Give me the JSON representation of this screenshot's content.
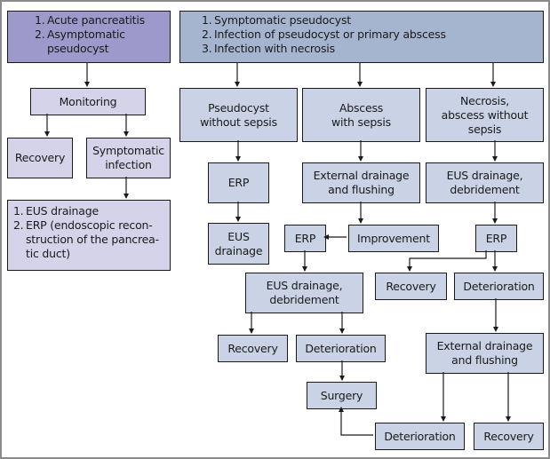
{
  "diagram": {
    "left_header": {
      "items": [
        "Acute pancreatitis",
        "Asymptomatic\npseudocyst"
      ]
    },
    "right_header": {
      "items": [
        "Symptomatic pseudocyst",
        "Infection of pseudocyst or primary abscess",
        "Infection with necrosis"
      ]
    },
    "nodes": {
      "monitoring": "Monitoring",
      "recovery_left": "Recovery",
      "symptomatic_infection": "Symptomatic\ninfection",
      "treatment_list": [
        "EUS drainage",
        "ERP (endoscopic recon-\nstruction of the pancrea-\ntic duct)"
      ],
      "pseudocyst_without_sepsis": "Pseudocyst\nwithout sepsis",
      "abscess_with_sepsis": "Abscess\nwith sepsis",
      "necrosis_abscess_without_sepsis": "Necrosis,\nabscess without\nsepsis",
      "erp_col1": "ERP",
      "eus_drainage_col1": "EUS\ndrainage",
      "external_drainage_col2": "External drainage\nand flushing",
      "eus_debridement_col3": "EUS drainage,\ndebridement",
      "erp_mid": "ERP",
      "improvement": "Improvement",
      "erp_right": "ERP",
      "recovery_right1": "Recovery",
      "deterioration_right1": "Deterioration",
      "eus_debridement_mid": "EUS drainage,\ndebridement",
      "recovery_mid": "Recovery",
      "deterioration_mid": "Deterioration",
      "surgery": "Surgery",
      "external_drainage_right": "External drainage\nand flushing",
      "deterioration_bottom": "Deterioration",
      "recovery_bottom": "Recovery"
    },
    "colors": {
      "left_header": "#9d99cb",
      "right_header": "#a5b5cf",
      "left_nodes": "#d5d3ea",
      "right_nodes": "#c9d3e5",
      "lines": "#1a1a1a"
    }
  }
}
